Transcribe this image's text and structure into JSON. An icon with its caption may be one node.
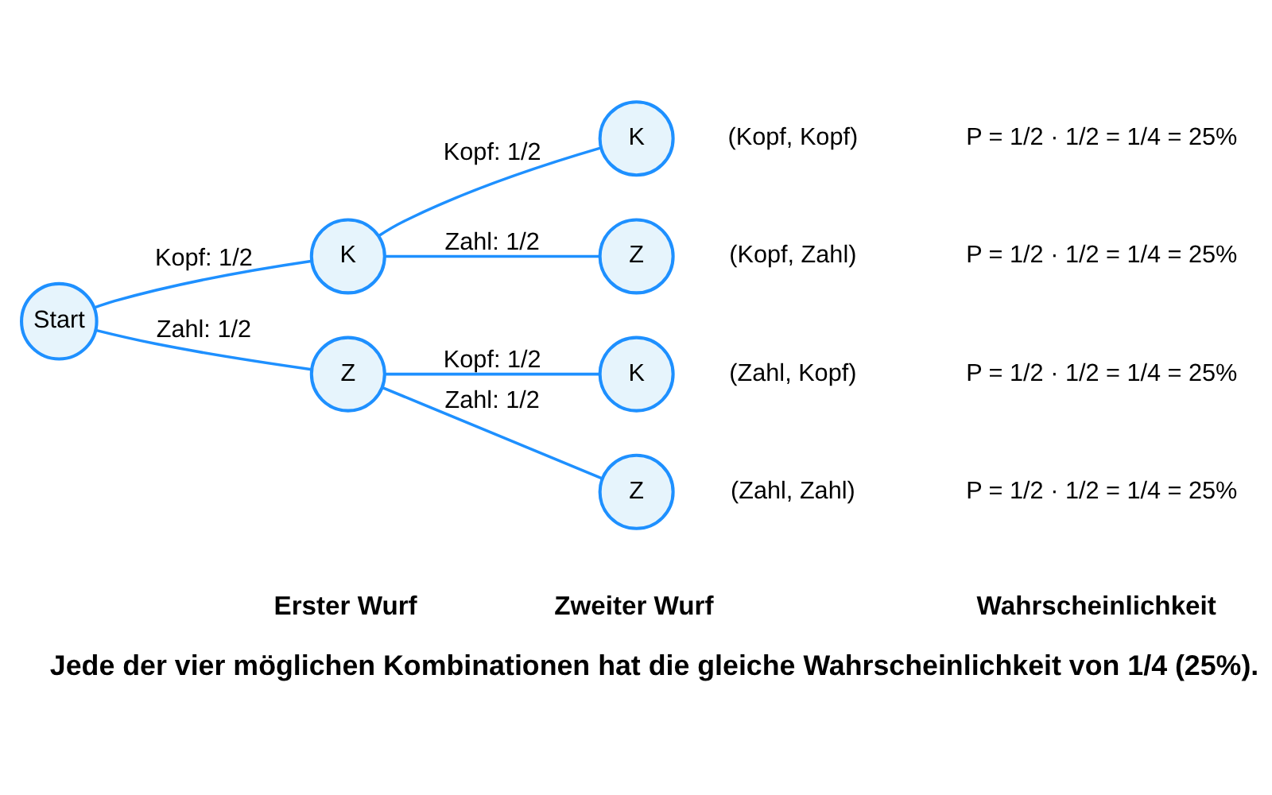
{
  "diagram": {
    "caption": "Jede der vier möglichen Kombinationen hat die gleiche Wahrscheinlichkeit von 1/4 (25%).",
    "nodes": [
      {
        "text": [
          "Start"
        ]
      },
      {
        "text": [
          "K"
        ]
      },
      {
        "text": [
          "Z"
        ]
      },
      {
        "text": [
          "K"
        ],
        "beside": [
          "(Kopf, Kopf)"
        ]
      },
      {
        "text": [
          "Z"
        ],
        "beside": [
          "(Kopf, Zahl)"
        ]
      },
      {
        "text": [
          "K"
        ],
        "beside": [
          "(Zahl, Kopf)"
        ]
      },
      {
        "text": [
          "Z"
        ],
        "beside": [
          "(Zahl, Zahl)"
        ]
      }
    ],
    "edges": [
      {
        "from": 0,
        "to": 1,
        "arrow": "none",
        "label": "Kopf: 1/2"
      },
      {
        "from": 0,
        "to": 2,
        "arrow": "none",
        "label": "Zahl: 1/2"
      },
      {
        "from": 1,
        "to": 3,
        "arrow": "none",
        "label": "Kopf: 1/2"
      },
      {
        "from": 1,
        "to": 4,
        "arrow": "none",
        "label": "Zahl: 1/2"
      },
      {
        "from": 2,
        "to": 5,
        "arrow": "none",
        "label": "Kopf: 1/2"
      },
      {
        "from": 2,
        "to": 6,
        "arrow": "none",
        "label": "Zahl: 1/2"
      }
    ],
    "labels": [
      "Erster Wurf",
      "Zweiter Wurf",
      "Wahrscheinlichkeit",
      "P = 1/2 · 1/2 = 1/4 = 25%",
      "P = 1/2 · 1/2 = 1/4 = 25%",
      "P = 1/2 · 1/2 = 1/4 = 25%",
      "P = 1/2 · 1/2 = 1/4 = 25%"
    ]
  }
}
